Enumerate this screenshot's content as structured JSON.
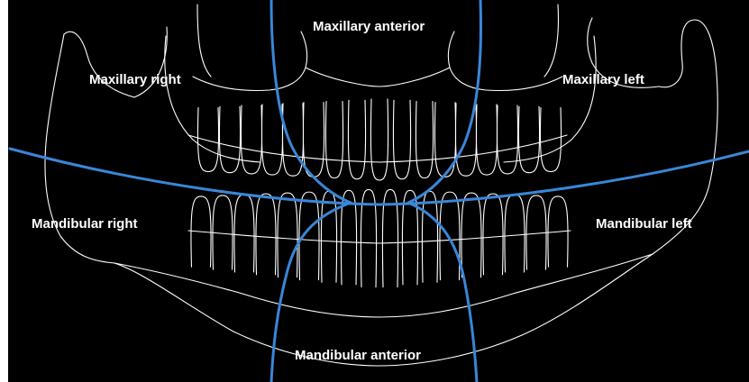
{
  "diagram": {
    "regions": [
      {
        "id": "maxillary-anterior",
        "label": "Maxillary anterior"
      },
      {
        "id": "maxillary-right",
        "label": "Maxillary right"
      },
      {
        "id": "maxillary-left",
        "label": "Maxillary left"
      },
      {
        "id": "mandibular-right",
        "label": "Mandibular right"
      },
      {
        "id": "mandibular-left",
        "label": "Mandibular left"
      },
      {
        "id": "mandibular-anterior",
        "label": "Mandibular anterior"
      }
    ]
  },
  "colors": {
    "background": "#000000",
    "outline": "#ffffff",
    "divider_lines": "#3a86d8",
    "label_text": "#ffffff"
  }
}
